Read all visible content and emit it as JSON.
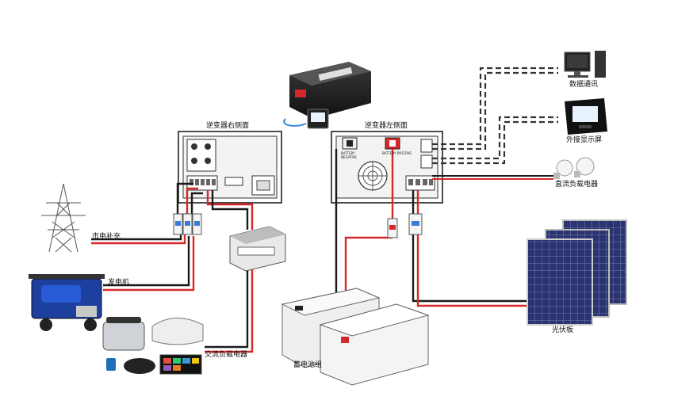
{
  "labels": {
    "inverter_right_side": "逆变器右侧面",
    "inverter_left_side": "逆变器左侧面",
    "data_communication": "数据通讯",
    "external_display": "外接显示屏",
    "dc_load": "直流负载电器",
    "grid_supplement": "市电补充",
    "generator": "发电机",
    "ac_load": "交流负载电器",
    "battery_bank": "蓄电池组",
    "pv_panel": "光伏板"
  },
  "terminals": {
    "battery_negative": "BATTERY NEGATIVE",
    "battery_positive": "BATTERY POSITIVE"
  },
  "colors": {
    "wire_red": "#d62828",
    "wire_black": "#1a1a1a",
    "wire_dashed": "#333333",
    "inverter_body": "#1c1c1c",
    "panel_blue": "#2b3470",
    "generator_blue": "#1d3f9e"
  }
}
